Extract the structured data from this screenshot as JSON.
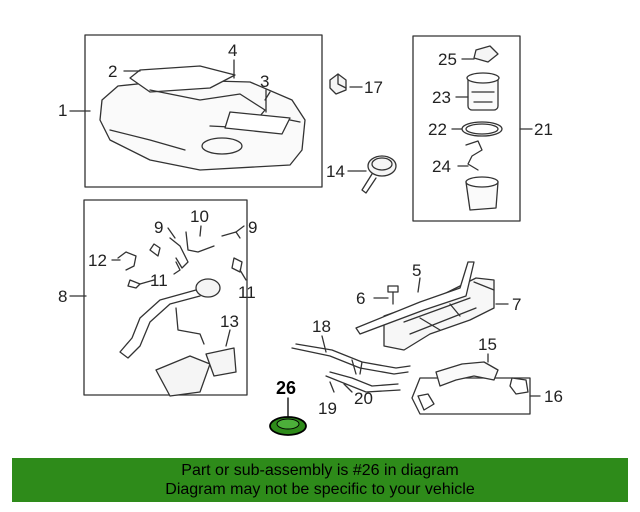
{
  "diagram": {
    "callouts": {
      "c1": "1",
      "c2": "2",
      "c3": "3",
      "c4": "4",
      "c5": "5",
      "c6": "6",
      "c7": "7",
      "c8": "8",
      "c9a": "9",
      "c9b": "9",
      "c10": "10",
      "c11a": "11",
      "c11b": "11",
      "c12": "12",
      "c13": "13",
      "c14": "14",
      "c15": "15",
      "c16": "16",
      "c17": "17",
      "c18": "18",
      "c19": "19",
      "c20": "20",
      "c21": "21",
      "c22": "22",
      "c23": "23",
      "c24": "24",
      "c25": "25",
      "c26": "26"
    },
    "highlight_part": "26",
    "colors": {
      "line": "#333333",
      "highlight_fill": "#2e8b1a",
      "banner": "#2e8b1a"
    }
  },
  "banner": {
    "line1": "Part or sub-assembly is #26 in diagram",
    "line2": "Diagram may not be specific to your vehicle"
  }
}
